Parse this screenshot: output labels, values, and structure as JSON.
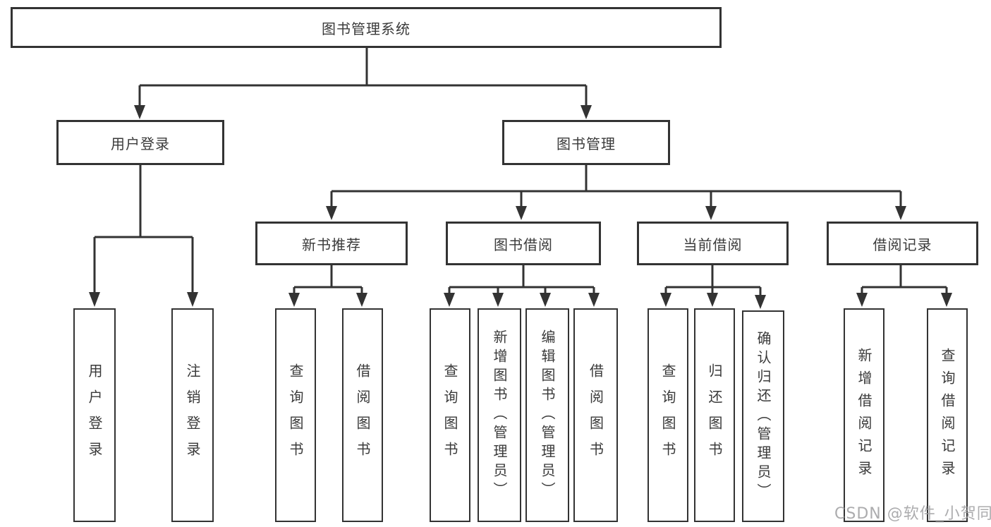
{
  "diagram": {
    "root": {
      "label": "图书管理系统"
    },
    "branches": [
      {
        "label": "用户登录",
        "children": [
          {
            "label": "用户登录"
          },
          {
            "label": "注销登录"
          }
        ]
      },
      {
        "label": "图书管理",
        "children": [
          {
            "label": "新书推荐",
            "children": [
              {
                "label": "查询图书"
              },
              {
                "label": "借阅图书"
              }
            ]
          },
          {
            "label": "图书借阅",
            "children": [
              {
                "label": "查询图书"
              },
              {
                "label": "新增图书（管理员）"
              },
              {
                "label": "编辑图书（管理员）"
              },
              {
                "label": "借阅图书"
              }
            ]
          },
          {
            "label": "当前借阅",
            "children": [
              {
                "label": "查询图书"
              },
              {
                "label": "归还图书"
              },
              {
                "label": "确认归还（管理员）"
              }
            ]
          },
          {
            "label": "借阅记录",
            "children": [
              {
                "label": "新增借阅记录"
              },
              {
                "label": "查询借阅记录"
              }
            ]
          }
        ]
      }
    ]
  },
  "watermark": {
    "text": "CSDN @软件_小贺同学"
  },
  "colors": {
    "line": "#333333",
    "box_border": "#333333",
    "text": "#3a3a3a",
    "background": "#ffffff",
    "watermark": "#9e9ea0"
  }
}
